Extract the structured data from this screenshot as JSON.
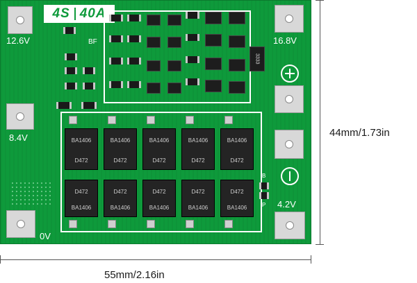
{
  "board": {
    "title_cells": "4S",
    "title_current": "40A",
    "silkscreen_bf": "BF",
    "silkscreen_b": "B",
    "silkscreen_p": "P"
  },
  "pads": {
    "top_left": "12.6V",
    "top_right": "16.8V",
    "mid_left": "8.4V",
    "bottom_right": "4.2V",
    "bottom_left": "0V"
  },
  "mosfets": {
    "top_row_label_a": "BA1406",
    "top_row_label_b": "D472",
    "bottom_row_label_a": "D472",
    "bottom_row_label_b": "BA1406"
  },
  "chip_text": "3333",
  "dimensions": {
    "height": "44mm/1.73in",
    "width": "55mm/2.16in"
  }
}
